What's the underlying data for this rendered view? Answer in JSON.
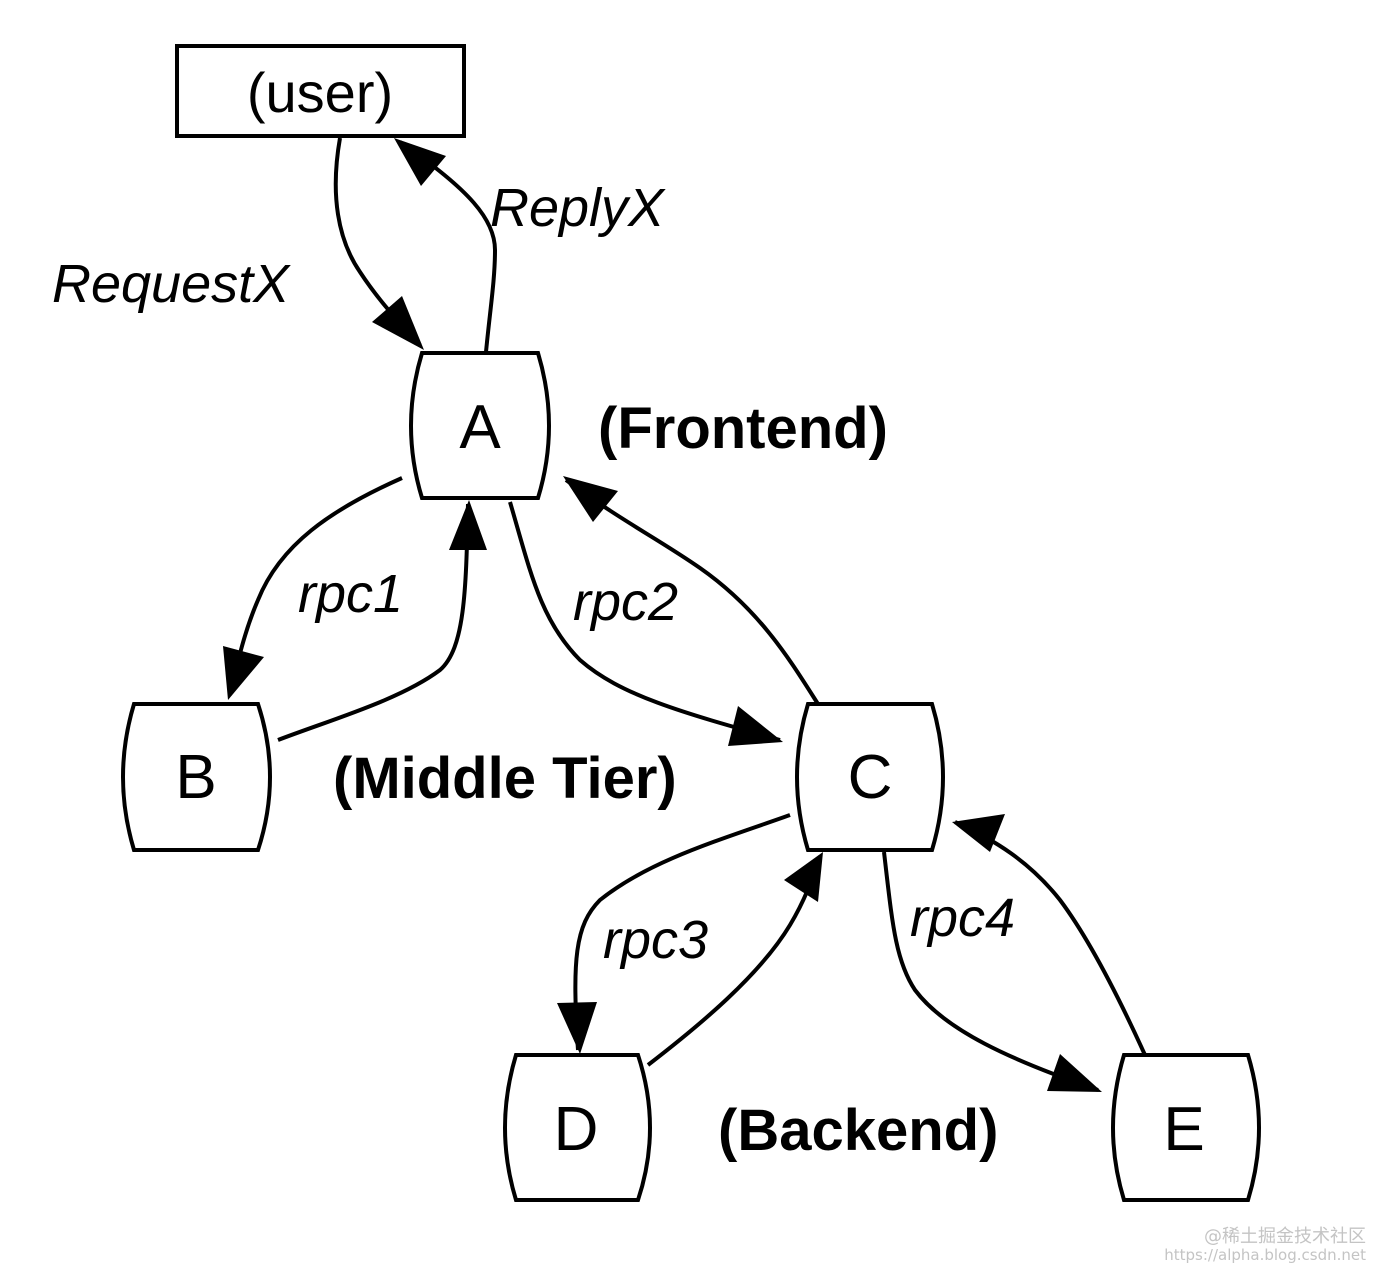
{
  "nodes": {
    "user": "(user)",
    "A": "A",
    "B": "B",
    "C": "C",
    "D": "D",
    "E": "E"
  },
  "tiers": {
    "frontend": "(Frontend)",
    "middle": "(Middle Tier)",
    "backend": "(Backend)"
  },
  "edges": {
    "request": "RequestX",
    "reply": "ReplyX",
    "rpc1": "rpc1",
    "rpc2": "rpc2",
    "rpc3": "rpc3",
    "rpc4": "rpc4"
  },
  "watermark": {
    "line1": "@稀土掘金技术社区",
    "line2": "https://alpha.blog.csdn.net"
  }
}
